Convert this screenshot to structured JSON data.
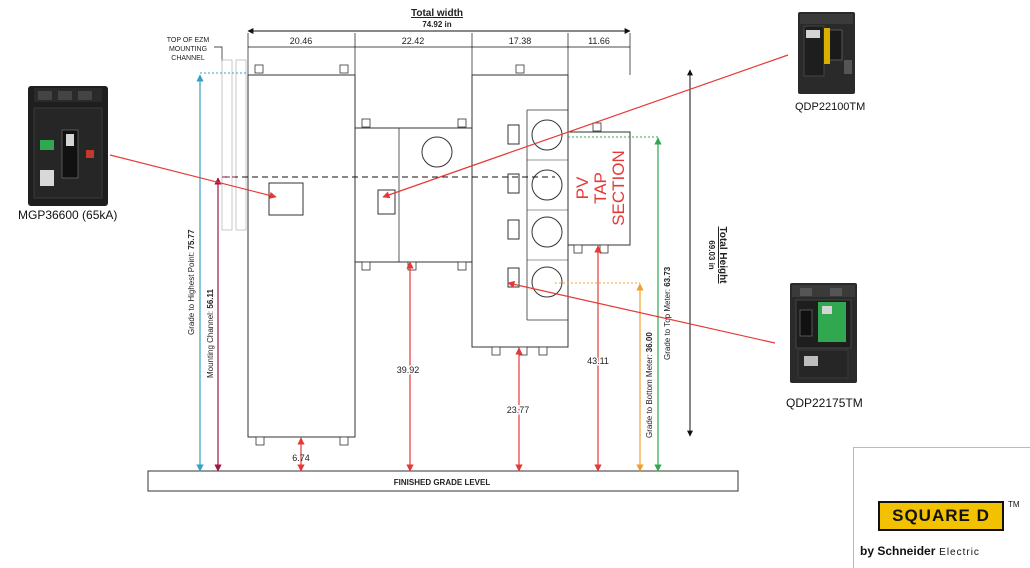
{
  "dimensions": {
    "total_width_label": "Total width",
    "total_width_value": "74.92 in",
    "widths": [
      "20.46",
      "22.42",
      "17.38",
      "11.66"
    ],
    "top_of_ezm": [
      "TOP OF EZM",
      "MOUNTING",
      "CHANNEL"
    ],
    "total_height_label": "Total Height",
    "total_height_value": "69.03 in",
    "grade_to_highest": "Grade to Highest Point: ",
    "grade_to_highest_val": "75.77",
    "mounting_channel": "Mounting Channel: ",
    "mounting_channel_val": "56.11",
    "grade_to_bottom_meter": "Grade to Bottom Meter: ",
    "grade_to_bottom_meter_val": "36.00",
    "grade_to_top_meter": "Grade to Top Meter: ",
    "grade_to_top_meter_val": "63.73",
    "d_6_74": "6.74",
    "d_39_92": "39.92",
    "d_23_77": "23.77",
    "d_43_11": "43.11",
    "finished_grade": "FINISHED GRADE LEVEL"
  },
  "pv_section": [
    "PV",
    "TAP",
    "SECTION"
  ],
  "breakers": {
    "left": "MGP36600 (65kA)",
    "top_right": "QDP22100TM",
    "bottom_right": "QDP22175TM"
  },
  "logo": {
    "brand": "SQUARE D",
    "tm": "TM",
    "by": "by ",
    "company": "Schneider",
    "company_suffix": " Electric"
  },
  "colors": {
    "red_line": "#e53935",
    "blue_line": "#3aa0c8",
    "crimson_line": "#a0144a",
    "orange_line": "#f0a030",
    "green_line": "#2fa84f",
    "logo_yellow": "#f2c200"
  }
}
